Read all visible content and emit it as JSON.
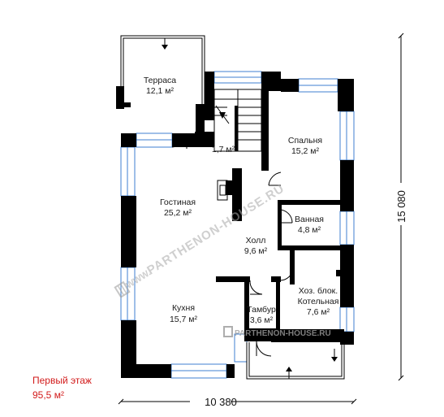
{
  "rooms": {
    "terrace": {
      "name": "Терраса",
      "area": "12,1 м²"
    },
    "stair": {
      "area": "1,7 м²"
    },
    "bedroom": {
      "name": "Спальня",
      "area": "15,2 м²"
    },
    "living": {
      "name": "Гостиная",
      "area": "25,2 м²"
    },
    "bathroom": {
      "name": "Ванная",
      "area": "4,8 м²"
    },
    "hall": {
      "name": "Холл",
      "area": "9,6 м²"
    },
    "utility": {
      "name": "Хоз. блок.",
      "name2": "Котельная",
      "area": "7,6 м²"
    },
    "vestibule": {
      "name": "Тамбур",
      "area": "3,6 м²"
    },
    "kitchen": {
      "name": "Кухня",
      "area": "15,7 м²"
    }
  },
  "dimensions": {
    "width": "10 380",
    "height": "15 080"
  },
  "floor": {
    "title": "Первый этаж",
    "area": "95,5 м²"
  },
  "watermark": {
    "text": "PARTHENON-HOUSE.RU",
    "prefix": "WWW."
  },
  "colors": {
    "wall": "#000000",
    "window": "#3f7fd0",
    "label": "#d21b1b",
    "watermark": "#b0b0b0"
  }
}
